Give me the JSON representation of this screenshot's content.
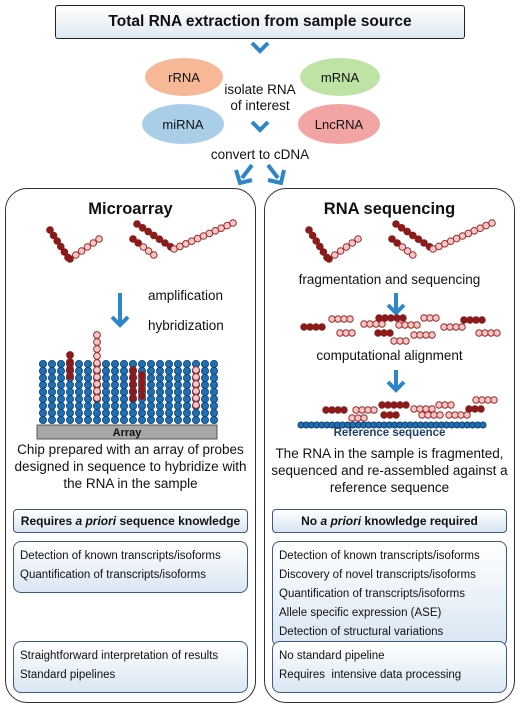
{
  "top": {
    "title": "Total RNA extraction from sample source"
  },
  "rna_types": {
    "rrna": "rRNA",
    "mrna": "mRNA",
    "mirna": "miRNA",
    "lncrna": "LncRNA",
    "colors": {
      "rrna": "#f6b896",
      "mrna": "#bfe3a5",
      "mirna": "#a9cfe8",
      "lncrna": "#f2a4a4"
    }
  },
  "flow": {
    "isolate": [
      "isolate RNA",
      "of interest"
    ],
    "convert": "convert to cDNA"
  },
  "microarray": {
    "title": "Microarray",
    "steps": [
      "amplification",
      "hybridization"
    ],
    "array_label": "Array",
    "description": [
      "Chip prepared with an array of probes",
      "designed in sequence to hybridize with",
      "the RNA in the sample"
    ],
    "requirement": {
      "pre": "Requires ",
      "italic": "a priori",
      "post": " sequence knowledge"
    },
    "capabilities": [
      "Detection of known transcripts/isoforms",
      "Quantification of transcripts/isoforms"
    ],
    "advantages": [
      "Straightforward interpretation of results",
      "Standard pipelines"
    ]
  },
  "rnaseq": {
    "title": "RNA sequencing",
    "steps": [
      "fragmentation and sequencing",
      "computational alignment"
    ],
    "reference_label": "Reference sequence",
    "description": [
      "The RNA in the sample is fragmented,",
      "sequenced and re-assembled against a",
      "reference sequence"
    ],
    "requirement": {
      "pre": "No ",
      "italic": "a priori",
      "post": " knowledge required"
    },
    "capabilities": [
      "Detection of known transcripts/isoforms",
      "Discovery of novel transcripts/isoforms",
      "Quantification of transcripts/isoforms",
      "Allele specific expression (ASE)",
      "Detection of structural variations"
    ],
    "advantages": [
      "No standard pipeline",
      "Requires  intensive data processing"
    ]
  },
  "colors": {
    "arrow": "#2e86c8",
    "dark_bead": "#8b1a1a",
    "light_bead": "#f7c7c7",
    "light_bead_stroke": "#9b2a2a",
    "probe_blue": "#1f6fb5",
    "array_gray": "#a6a6a6"
  }
}
